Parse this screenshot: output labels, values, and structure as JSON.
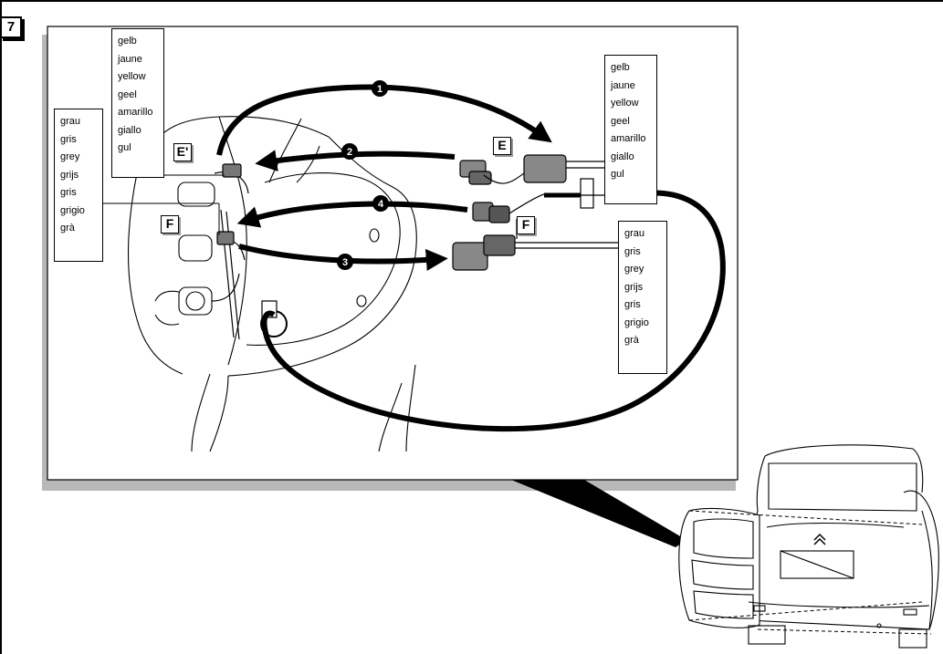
{
  "step_number": "7",
  "legend_yellow_left": [
    "gelb",
    "jaune",
    "yellow",
    "geel",
    "amarillo",
    "giallo",
    "gul"
  ],
  "legend_grey_left": [
    "grau",
    "gris",
    "grey",
    "grijs",
    "gris",
    "grigio",
    "grà"
  ],
  "legend_yellow_right": [
    "gelb",
    "jaune",
    "yellow",
    "geel",
    "amarillo",
    "giallo",
    "gul"
  ],
  "legend_grey_right": [
    "grau",
    "gris",
    "grey",
    "grijs",
    "gris",
    "grigio",
    "grà"
  ],
  "connector_labels": {
    "e_prime": "E'",
    "e": "E",
    "f_left": "F",
    "f_right": "F"
  },
  "arrow_numbers": {
    "one": "1",
    "two": "2",
    "three": "3",
    "four": "4"
  }
}
